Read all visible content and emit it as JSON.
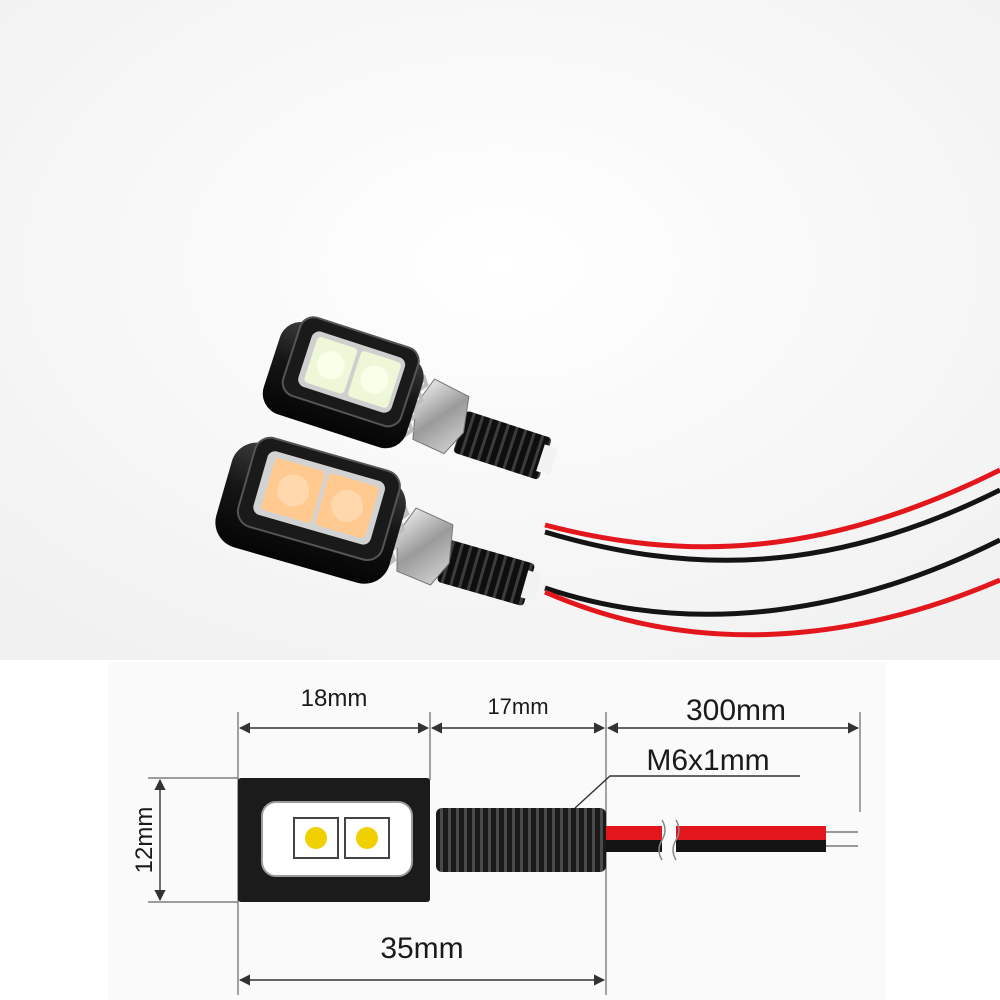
{
  "diagram": {
    "dimensions": {
      "housing_length": "18mm",
      "thread_length": "17mm",
      "cable_length": "300mm",
      "thread_spec": "M6x1mm",
      "height": "12mm",
      "total_length": "35mm"
    },
    "colors": {
      "housing": "#1b1b1b",
      "wire_red": "#e3161c",
      "wire_black": "#141414",
      "led_white": "#eef8d8",
      "led_warm": "#ffc98f",
      "led_diagram": "#f0d000"
    }
  }
}
